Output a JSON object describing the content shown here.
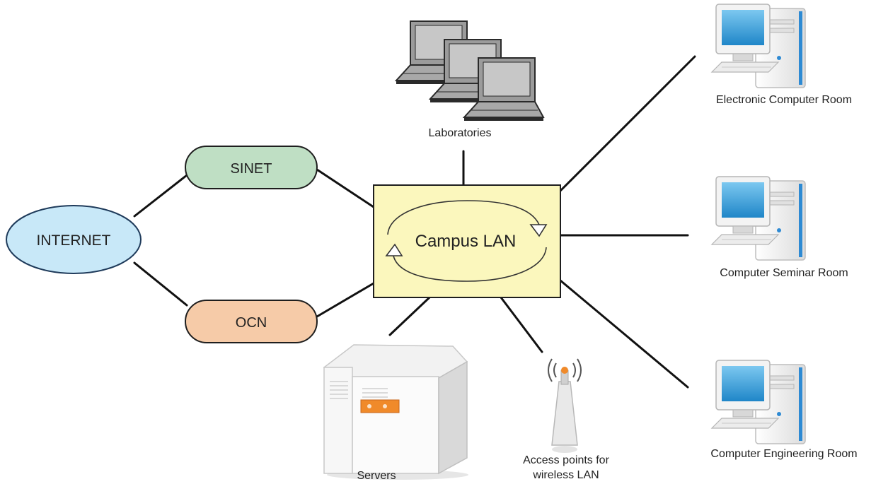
{
  "diagram": {
    "nodes": {
      "internet": "INTERNET",
      "sinet": "SINET",
      "ocn": "OCN",
      "campus_lan": "Campus LAN"
    },
    "captions": {
      "laboratories": "Laboratories",
      "electronic_room": "Electronic Computer Room",
      "seminar_room": "Computer Seminar Room",
      "engineering_room": "Computer Engineering Room",
      "servers": "Servers",
      "access_points_line1": "Access points for",
      "access_points_line2": "wireless LAN"
    },
    "colors": {
      "internet_fill": "#c8e8f8",
      "internet_stroke": "#1e3a5a",
      "sinet_fill": "#bfdfc4",
      "ocn_fill": "#f6cba8",
      "campus_fill": "#fbf7bd",
      "monitor_screen": "#3aa6df",
      "server_accent": "#f08a2a"
    }
  }
}
